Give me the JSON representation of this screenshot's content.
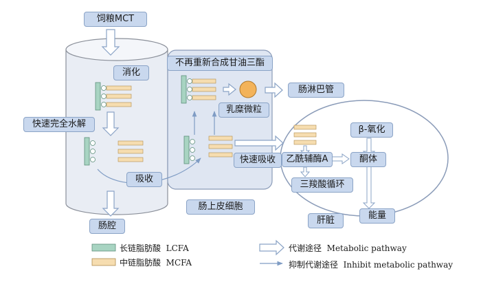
{
  "labels": {
    "feed_mct": "饲粮MCT",
    "digestion": "消化",
    "fast_hydrolysis": "快速完全水解",
    "absorption": "吸收",
    "intestinal_lumen": "肠腔",
    "no_resynthesis": "不再重新合成甘油三酯",
    "chylomicron": "乳糜微粒",
    "lymph": "肠淋巴管",
    "fast_absorption": "快速吸收",
    "enterocyte": "肠上皮细胞",
    "beta_oxidation": "β-氧化",
    "acetyl_coa": "乙酰辅酶A",
    "ketone": "酮体",
    "tca": "三羧酸循环",
    "energy": "能量",
    "liver": "肝脏"
  },
  "legend": {
    "lcfa_cn": "长链脂肪酸",
    "lcfa_en": "LCFA",
    "mcfa_cn": "中链脂肪酸",
    "mcfa_en": "MCFA",
    "metabolic_cn": "代谢途径",
    "metabolic_en": "Metabolic pathway",
    "inhibit_cn": "抑制代谢途径",
    "inhibit_en": "Inhibit metabolic pathway"
  },
  "colors": {
    "lcfa": "#a8d4c2",
    "mcfa": "#f6ddb0",
    "label_fill": "#c9d8ee",
    "chylomicron": "#f3b35a",
    "cylinder_fill": "#e9edf4",
    "cell_fill": "#dfe6f2"
  }
}
